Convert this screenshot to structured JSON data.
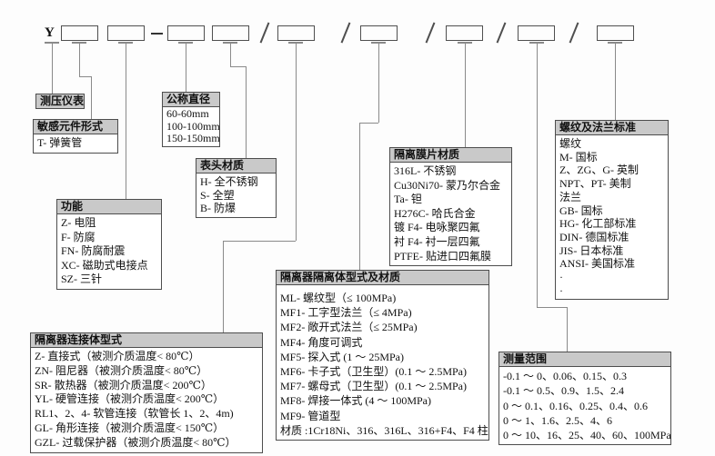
{
  "code_row": {
    "prefix": "Y",
    "dash": "-",
    "slash": "/",
    "box_count": 9
  },
  "panels": [
    {
      "id": "instrument",
      "title": "测压仪表",
      "items": []
    },
    {
      "id": "sensing-element-type",
      "title": "敏感元件形式",
      "items": [
        "T- 弹簧管"
      ]
    },
    {
      "id": "function",
      "title": "功能",
      "items": [
        "Z- 电阻",
        "F- 防腐",
        "FN- 防腐耐震",
        "XC- 磁助式电接点",
        "SZ- 三针"
      ]
    },
    {
      "id": "nominal-diameter",
      "title": "公称直径",
      "items": [
        "60-60mm",
        "100-100mm",
        "150-150mm"
      ]
    },
    {
      "id": "head-material",
      "title": "表头材质",
      "items": [
        "H- 全不锈钢",
        "S- 全塑",
        "B- 防爆"
      ]
    },
    {
      "id": "isolator-connection-type",
      "title": "隔离器连接体型式",
      "items": [
        "Z- 直接式（被测介质温度< 80℃）",
        "ZN- 阻尼器（被测介质温度< 80℃）",
        "SR- 散热器（被测介质温度< 200℃）",
        "YL- 硬管连接（被测介质温度< 200℃）",
        "RL1、2、4- 软管连接（软管长 1、2、4m)",
        "GL- 角形连接（被测介质温度< 150℃）",
        "GZL- 过载保护器（被测介质温度< 80℃）"
      ]
    },
    {
      "id": "isolator-body-type-material",
      "title": "隔离器隔离体型式及材质",
      "items": [
        "ML- 螺纹型（≤ 100MPa)",
        "MF1- 工字型法兰（≤ 4MPa)",
        "MF2- 敞开式法兰（≤ 25MPa)",
        "MF4- 角度可调式",
        "MF5- 探入式 (1 ～ 25MPa)",
        "MF6- 卡子式（卫生型）(0.1 ～ 2.5MPa)",
        "MF7- 螺母式（卫生型）(0.1 ～ 2.5MPa)",
        "MF8- 焊接一体式 (4 ～ 100MPa)",
        "MF9- 管道型",
        "材质 :1Cr18Ni、316、316L、316+F4、F4 柱"
      ]
    },
    {
      "id": "diaphragm-material",
      "title": "隔离膜片材质",
      "items": [
        "316L- 不锈钢",
        "Cu30Ni70- 蒙乃尔合金",
        "Ta- 钽",
        "H276C- 哈氏合金",
        "镀 F4- 电咏聚四氟",
        "衬 F4- 衬一层四氟",
        "PTFE- 贴进口四氟膜"
      ]
    },
    {
      "id": "thread-flange-standard",
      "title": "螺纹及法兰标准",
      "items": [
        "螺纹",
        "M- 国标",
        "Z、ZG、G- 英制",
        "NPT、PT- 美制",
        "法兰",
        "GB- 国标",
        "HG- 化工部标准",
        "DIN- 德国标准",
        "JIS- 日本标准",
        "ANSI- 美国标准",
        "·",
        "·"
      ]
    },
    {
      "id": "measuring-range",
      "title": "测量范围",
      "items": [
        "-0.1 ～ 0、0.06、0.15、0.3",
        "-0.1 ～ 0.5、0.9、1.5、2.4",
        "0 ～ 0.1、0.16、0.25、0.4、0.6",
        "0 ～ 1、1.6、2.5、4、6",
        "0 ～ 10、16、25、40、60、100MPa"
      ]
    }
  ]
}
